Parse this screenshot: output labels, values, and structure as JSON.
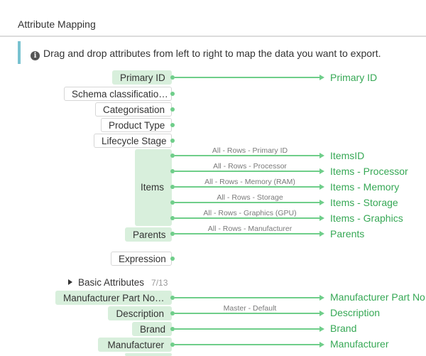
{
  "header": {
    "title": "Attribute Mapping"
  },
  "info": {
    "icon": "info-circle-icon",
    "text": "Drag and drop attributes from left to right to map the data you want to export."
  },
  "colors": {
    "mapped_fill": "#d8efdc",
    "link": "#6fce8a",
    "target_text": "#36a855",
    "info_bar": "#79c2d0"
  },
  "sources": [
    {
      "label": "Primary ID",
      "mapped": true
    },
    {
      "label": "Schema classificatio…",
      "mapped": false
    },
    {
      "label": "Categorisation",
      "mapped": false
    },
    {
      "label": "Product Type",
      "mapped": false
    },
    {
      "label": "Lifecycle Stage",
      "mapped": false
    },
    {
      "label": "Items",
      "mapped": true
    },
    {
      "label": "Parents",
      "mapped": true
    },
    {
      "label": "Expression",
      "mapped": false
    }
  ],
  "section": {
    "label": "Basic Attributes",
    "count": "7/13"
  },
  "basic_sources": [
    {
      "label": "Manufacturer Part No…",
      "mapped": true
    },
    {
      "label": "Description",
      "mapped": true
    },
    {
      "label": "Brand",
      "mapped": true
    },
    {
      "label": "Manufacturer",
      "mapped": true
    }
  ],
  "links": [
    {
      "condition": "",
      "target": "Primary ID"
    },
    {
      "condition": "All - Rows - Primary ID",
      "target": "ItemsID"
    },
    {
      "condition": "All - Rows - Processor",
      "target": "Items - Processor"
    },
    {
      "condition": "All - Rows - Memory (RAM)",
      "target": "Items - Memory"
    },
    {
      "condition": "All - Rows - Storage",
      "target": "Items - Storage"
    },
    {
      "condition": "All - Rows - Graphics (GPU)",
      "target": "Items - Graphics"
    },
    {
      "condition": "All - Rows - Manufacturer",
      "target": "Parents"
    },
    {
      "condition": "",
      "target": "Manufacturer Part No"
    },
    {
      "condition": "Master - Default",
      "target": "Description"
    },
    {
      "condition": "",
      "target": "Brand"
    },
    {
      "condition": "",
      "target": "Manufacturer"
    }
  ]
}
